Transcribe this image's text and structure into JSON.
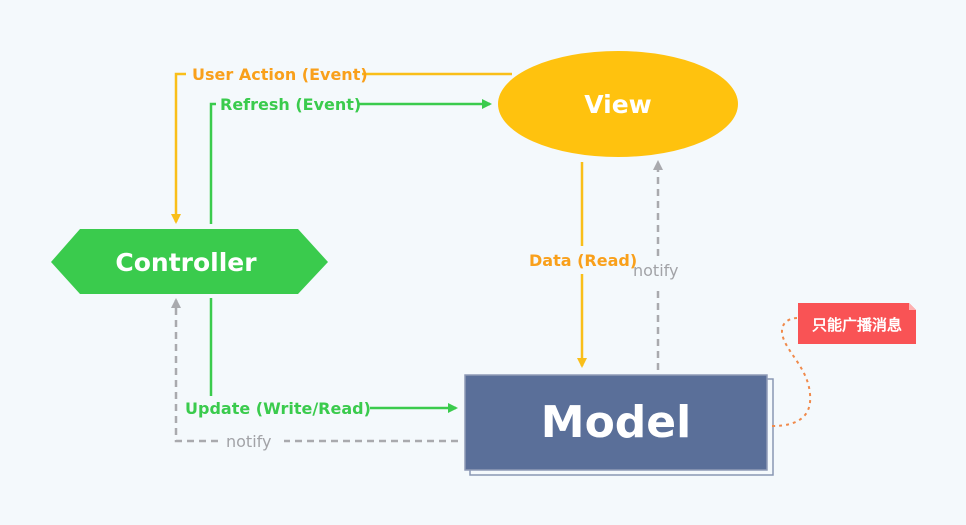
{
  "nodes": {
    "view": {
      "label": "View"
    },
    "controller": {
      "label": "Controller"
    },
    "model": {
      "label": "Model"
    }
  },
  "edges": {
    "user_action": "User Action (Event)",
    "refresh": "Refresh (Event)",
    "data_read": "Data (Read)",
    "notify_view": "notify",
    "update": "Update (Write/Read)",
    "notify_controller": "notify"
  },
  "callout": {
    "text": "只能广播消息"
  },
  "colors": {
    "background": "#f4f9fc",
    "view": "#ffc20e",
    "controller": "#3acb4d",
    "model": "#5a6f99",
    "event_arrow": "#f9bf19",
    "update_arrow": "#3acb4d",
    "notify_arrow": "#a9aaae",
    "callout": "#f95355"
  }
}
